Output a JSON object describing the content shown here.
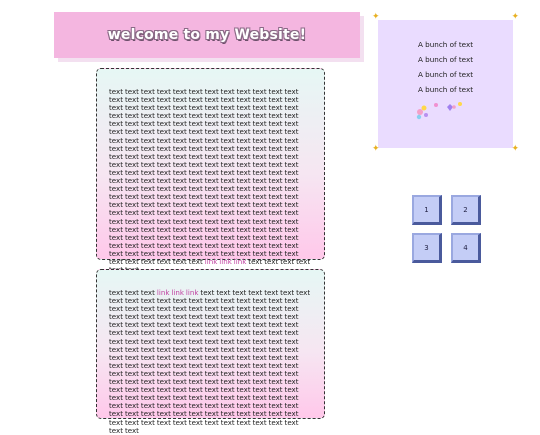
{
  "banner": {
    "title": "welcome to my Website!"
  },
  "post1": {
    "lines": [
      "text text text text text text text text text text text text text",
      "text text text text text text text text text text text text text",
      "text text text text text text text text text text text text text",
      "text text text text text text text text text text text text text",
      "text text text text text text text text text text text text text",
      "text text text text text text text text text text text text text",
      "text text text text text text text text text text text text text",
      "text text text text text text text text text text text text text",
      "text text text text text text text text text text text text text",
      "text text text text text text text text text text text text text",
      "text text text text text text text text text text text text text",
      "text text text text text text text text text text text text text",
      "text text text text text text text text text text text text text",
      "text text text text text text text text text text text text text",
      "text text text text text text text text text text text text text",
      "text text text text text text text text text text text text text",
      "text text text text text text text text text text text text text",
      "text text text text text text text text text text text text text",
      "text text text text text text text text text text text text text"
    ],
    "last_text": "text text text text text text text text text text text",
    "link1": "link link",
    "link2": "link",
    "tail": "text text text text text text"
  },
  "post2": {
    "first_pre": "text text text",
    "first_link": "link link link",
    "first_post": "text text text text text text",
    "lines": [
      "text text text text text text text text text text text text text",
      "text text text text text text text text text text text text text",
      "text text text text text text text text text text text text text",
      "text text text text text text text text text text text text text",
      "text text text text text text text text text text text text text",
      "text text text text text text text text text text text text text",
      "text text text text text text text text text text text text text",
      "text text text text text text text text text text text text text",
      "text text text text text text text text text text text text text",
      "text text text text text text text text text text text text text",
      "text text text text text text text text text text text text text",
      "text text text text text text text text text text text text text",
      "text text text text text text text text text text text text text",
      "text text text text text text text text text text text text text",
      "text text text text text text text text text text text text text"
    ]
  },
  "sidebox": {
    "lines": [
      "A bunch of text",
      "A bunch of text",
      "A bunch of text",
      "A bunch of text"
    ],
    "corner_glyph": "✦"
  },
  "nav": {
    "buttons": [
      "1",
      "2",
      "3",
      "4"
    ]
  },
  "colors": {
    "banner": "#f4b6e0",
    "sidebox": "#eadcff",
    "link": "#c040a0",
    "nav_button": "#c4cdf6"
  },
  "icons": [
    "star-corner-icon",
    "flower-sparkle-icon",
    "heart-icon"
  ]
}
